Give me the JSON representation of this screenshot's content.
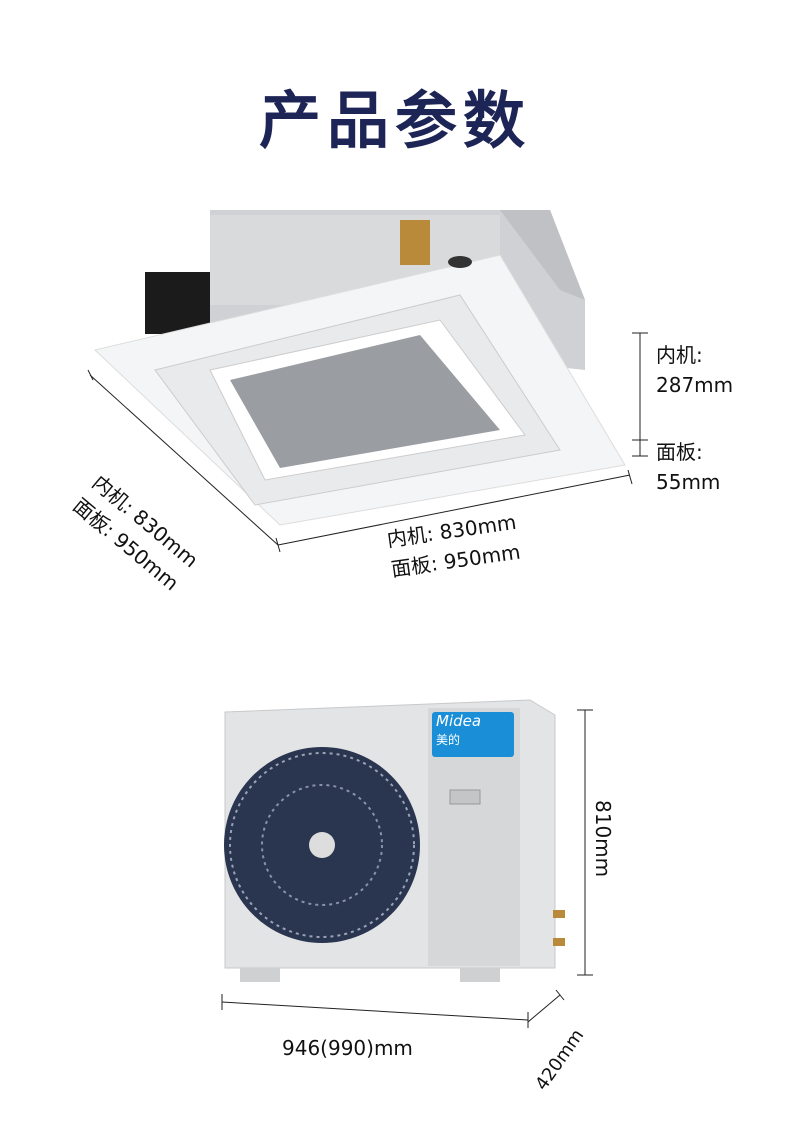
{
  "title": "产品参数",
  "indoor": {
    "depth_label_1": "内机: 830mm",
    "depth_label_2": "面板: 950mm",
    "width_label_1": "内机: 830mm",
    "width_label_2": "面板: 950mm",
    "height_label_1": "内机:",
    "height_value_1": "287mm",
    "height_label_2": "面板:",
    "height_value_2": "55mm"
  },
  "outdoor": {
    "brand": "Midea",
    "brand_cn": "美的",
    "height_label": "810mm",
    "width_label": "946(990)mm",
    "depth_label": "420mm"
  },
  "colors": {
    "title": "#1d2456",
    "brand_blue": "#1a8fd8"
  }
}
